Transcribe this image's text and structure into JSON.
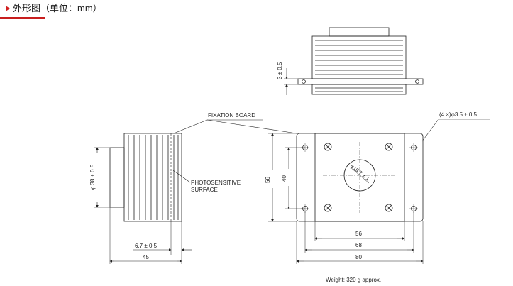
{
  "header": {
    "title": "外形图（单位：mm）"
  },
  "labels": {
    "fixation_board": "FIXATION BOARD",
    "photosensitive_line1": "PHOTOSENSITIVE",
    "photosensitive_line2": "SURFACE",
    "holes": "(4 ×)φ3.5 ± 0.5",
    "weight": "Weight: 320 g approx."
  },
  "dimensions": {
    "top_thickness": "3 ± 0.5",
    "diameter_body": "φ 38 ± 0.5",
    "depth_surface": "6.7 ± 0.5",
    "length_total": "45",
    "height_outer": "56",
    "height_inner": "40",
    "width_56": "56",
    "width_68": "68",
    "width_80": "80",
    "aperture": "φ19.7 ± 1"
  },
  "colors": {
    "accent": "#c81e1e",
    "line": "#222222"
  }
}
